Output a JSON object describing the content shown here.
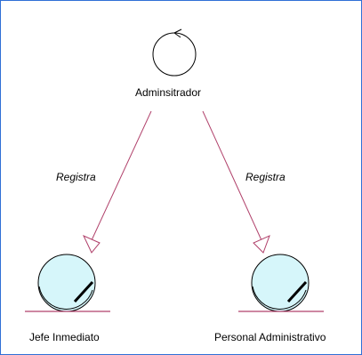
{
  "diagram": {
    "nodes": {
      "controller": {
        "label": "Adminsitrador",
        "icon": "control-circle-icon"
      },
      "entity_left": {
        "label": "Jefe Inmediato",
        "icon": "entity-circle-icon"
      },
      "entity_right": {
        "label": "Personal Administrativo",
        "icon": "entity-circle-icon"
      }
    },
    "edges": [
      {
        "from": "controller",
        "to": "entity_left",
        "label": "Registra"
      },
      {
        "from": "controller",
        "to": "entity_right",
        "label": "Registra"
      }
    ]
  },
  "colors": {
    "frame_border": "#2f6fd6",
    "line": "#b0406a",
    "entity_fill": "#d6f6fa",
    "stroke": "#000000"
  }
}
